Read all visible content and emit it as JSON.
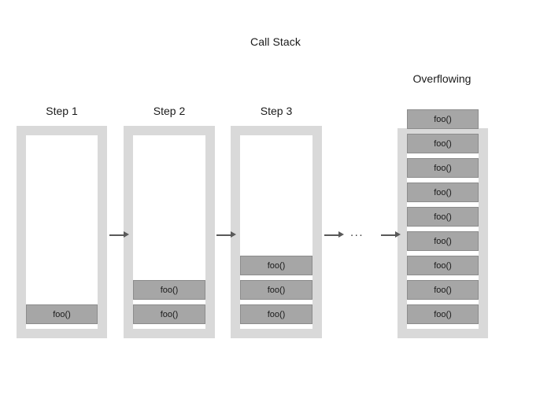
{
  "diagram": {
    "title": "Call Stack",
    "background_color": "#ffffff",
    "container_color": "#d9d9d9",
    "frame_color": "#a6a6a6",
    "frame_border_color": "#8c8c8c",
    "text_color": "#1a1a1a",
    "arrow_color": "#595959",
    "frame_label": "foo()",
    "ellipsis": "...",
    "columns": [
      {
        "id": "step-1",
        "label": "Step 1",
        "frame_count": 1,
        "overflowing": false,
        "frames": [
          {
            "label": "foo()"
          }
        ]
      },
      {
        "id": "step-2",
        "label": "Step 2",
        "frame_count": 2,
        "overflowing": false,
        "frames": [
          {
            "label": "foo()"
          },
          {
            "label": "foo()"
          }
        ]
      },
      {
        "id": "step-3",
        "label": "Step 3",
        "frame_count": 3,
        "overflowing": false,
        "frames": [
          {
            "label": "foo()"
          },
          {
            "label": "foo()"
          },
          {
            "label": "foo()"
          }
        ]
      },
      {
        "id": "overflowing",
        "label": "Overflowing",
        "frame_count": 9,
        "overflowing": true,
        "frames": [
          {
            "label": "foo()"
          },
          {
            "label": "foo()"
          },
          {
            "label": "foo()"
          },
          {
            "label": "foo()"
          },
          {
            "label": "foo()"
          },
          {
            "label": "foo()"
          },
          {
            "label": "foo()"
          },
          {
            "label": "foo()"
          },
          {
            "label": "foo()"
          }
        ]
      }
    ],
    "connectors": [
      {
        "id": "arrow-1",
        "type": "arrow"
      },
      {
        "id": "arrow-2",
        "type": "arrow"
      },
      {
        "id": "arrow-3",
        "type": "arrow"
      },
      {
        "id": "ellipsis-1",
        "type": "ellipsis",
        "label": "..."
      },
      {
        "id": "arrow-4",
        "type": "arrow"
      }
    ]
  }
}
